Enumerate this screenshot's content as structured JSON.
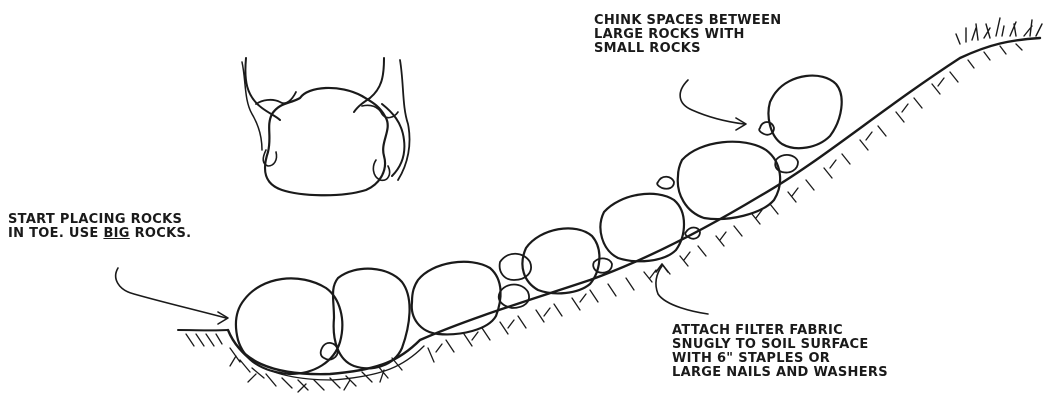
{
  "labels": {
    "chink": {
      "lines": [
        "CHINK SPACES BETWEEN",
        "LARGE ROCKS WITH",
        "SMALL ROCKS"
      ]
    },
    "start": {
      "line1": "START PLACING ROCKS",
      "line2_prefix": "IN TOE. USE ",
      "line2_emphasis": "BIG",
      "line2_suffix": " ROCKS."
    },
    "attach": {
      "lines": [
        "ATTACH FILTER FABRIC",
        "SNUGLY TO SOIL SURFACE",
        "WITH 6\" STAPLES OR",
        "LARGE NAILS AND WASHERS"
      ]
    }
  },
  "colors": {
    "ink": "#1a1a1a",
    "paper": "#ffffff"
  }
}
